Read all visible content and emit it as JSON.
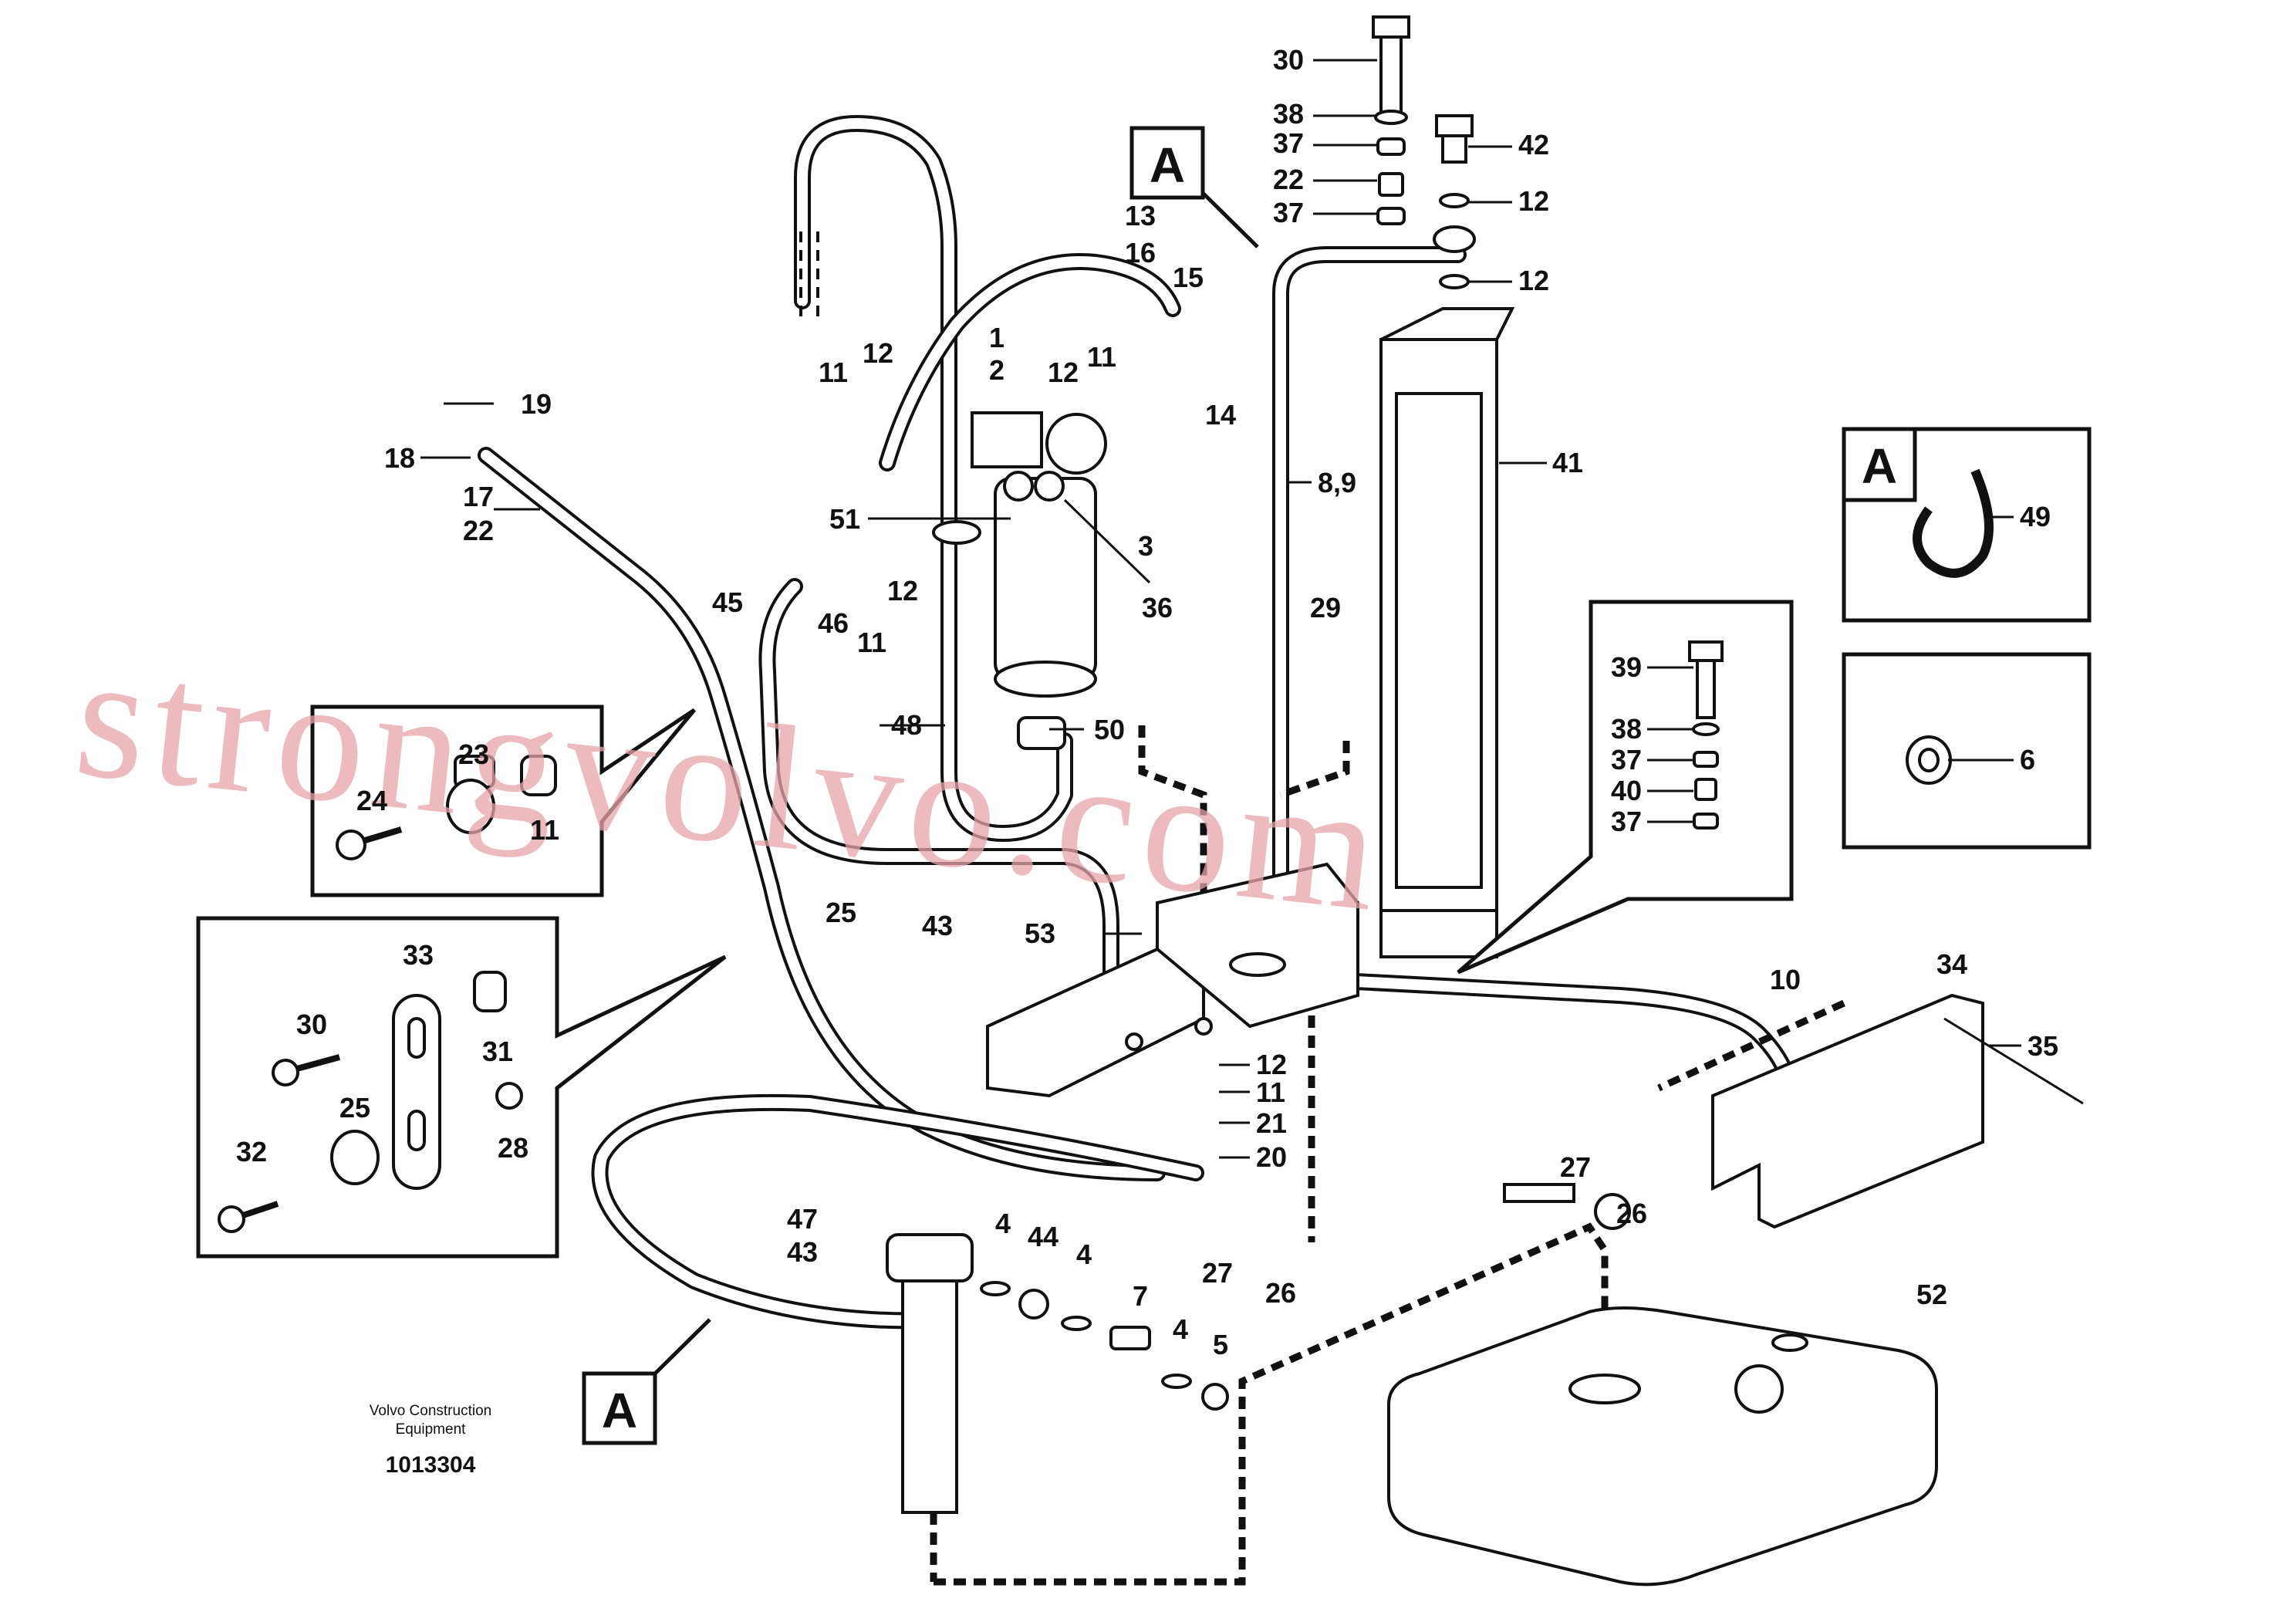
{
  "footer": {
    "company_line1": "Volvo Construction",
    "company_line2": "Equipment",
    "drawing_number": "1013304"
  },
  "watermark": "strongvolvo.com",
  "view_markers": [
    "A",
    "A",
    "A"
  ],
  "callouts": {
    "c30_top": "30",
    "c38_top": "38",
    "c37_a": "37",
    "c22_top": "22",
    "c37_b": "37",
    "c42": "42",
    "c12_a": "12",
    "c12_b": "12",
    "c13": "13",
    "c16": "16",
    "c15": "15",
    "c14": "14",
    "c11_a": "11",
    "c12_c": "12",
    "c1": "1",
    "c2": "2",
    "c12_d": "12",
    "c11_b": "11",
    "c19": "19",
    "c18": "18",
    "c17": "17",
    "c22_mid": "22",
    "c89": "8,9",
    "c41": "41",
    "c51": "51",
    "c3": "3",
    "c36": "36",
    "c45": "45",
    "c46": "46",
    "c12_e": "12",
    "c11_c": "11",
    "c29": "29",
    "c48": "48",
    "c50": "50",
    "c23": "23",
    "c24": "24",
    "c11_d": "11",
    "c25_main": "25",
    "c43_main": "43",
    "c53": "53",
    "c33": "33",
    "c30_box": "30",
    "c31": "31",
    "c25_box": "25",
    "c32": "32",
    "c28": "28",
    "c12_f": "12",
    "c11_e": "11",
    "c21": "21",
    "c20": "20",
    "c27_a": "27",
    "c26_a": "26",
    "c47": "47",
    "c43_b": "43",
    "c4_a": "4",
    "c44": "44",
    "c4_b": "4",
    "c7": "7",
    "c4_c": "4",
    "c5": "5",
    "c10": "10",
    "c34": "34",
    "c35": "35",
    "c27_b": "27",
    "c26_b": "26",
    "c52": "52",
    "c49": "49",
    "c6": "6",
    "c39": "39",
    "c38_box": "38",
    "c37_box_a": "37",
    "c40": "40",
    "c37_box_b": "37"
  }
}
